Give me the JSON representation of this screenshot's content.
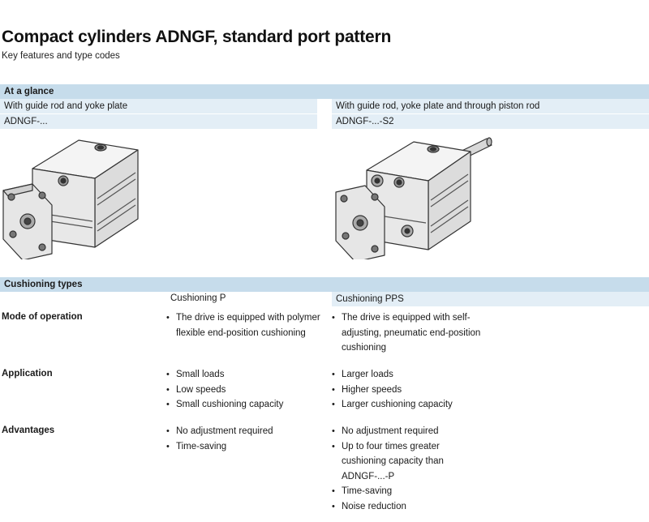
{
  "title": "Compact cylinders ADNGF, standard port pattern",
  "subtitle": "Key features and type codes",
  "glance": {
    "heading": "At a glance",
    "left": {
      "caption": "With guide rod and yoke plate",
      "code": "ADNGF-..."
    },
    "right": {
      "caption": "With guide rod, yoke plate and through piston rod",
      "code": "ADNGF-...-S2"
    }
  },
  "cushioning": {
    "heading": "Cushioning types",
    "col_p": "Cushioning P",
    "col_pps": "Cushioning PPS",
    "rows": [
      {
        "label": "Mode of operation",
        "p": [
          "The drive is equipped with polymer flexible end-position cushioning"
        ],
        "pps": [
          "The drive is equipped with self-adjusting, pneumatic end-position cushioning"
        ]
      },
      {
        "label": "Application",
        "p": [
          "Small loads",
          "Low speeds",
          "Small cushioning capacity"
        ],
        "pps": [
          "Larger loads",
          "Higher speeds",
          "Larger cushioning capacity"
        ]
      },
      {
        "label": "Advantages",
        "p": [
          "No adjustment required",
          "Time-saving"
        ],
        "pps": [
          "No adjustment required",
          "Up to four times greater cushioning capacity than ADNGF-...-P",
          "Time-saving",
          "Noise reduction"
        ]
      }
    ]
  }
}
